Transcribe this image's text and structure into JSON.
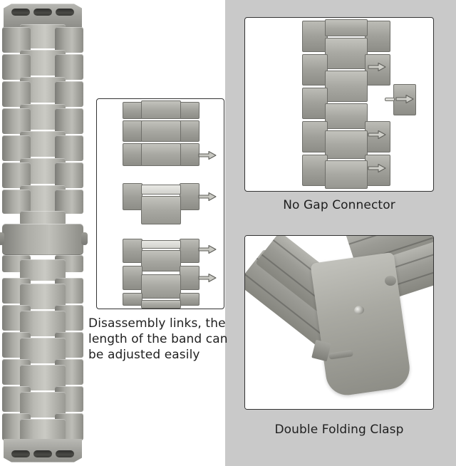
{
  "image": {
    "subject": "metal watch band product feature infographic",
    "background_left_color": "#ffffff",
    "background_right_color": "#c9c9c9",
    "text_color": "#1f1f1f",
    "metal_color": "#a8a8a2"
  },
  "left_section": {
    "product_name": "three-link stainless steel watch band",
    "band": {
      "top_connector_label": "watch-lug-connector-top",
      "bottom_connector_label": "watch-lug-connector-bottom",
      "slot_count": 3,
      "clasp_label": "folding-clasp-section"
    }
  },
  "panels": [
    {
      "id": "disassembly",
      "caption": "Disassembly links, the length of the band can be adjusted easily",
      "caption_lines": [
        "Disassembly links, the",
        "length of the band can",
        "be adjusted easily"
      ],
      "diagram_steps": 3,
      "arrow_count": 4,
      "arrow_direction": "right"
    },
    {
      "id": "no-gap-connector",
      "caption": "No Gap Connector",
      "arrow_count": 4,
      "arrow_direction": "right",
      "detached_link": true
    },
    {
      "id": "double-folding-clasp",
      "caption": "Double Folding Clasp",
      "photo": "close-up of opened double folding clasp"
    }
  ]
}
